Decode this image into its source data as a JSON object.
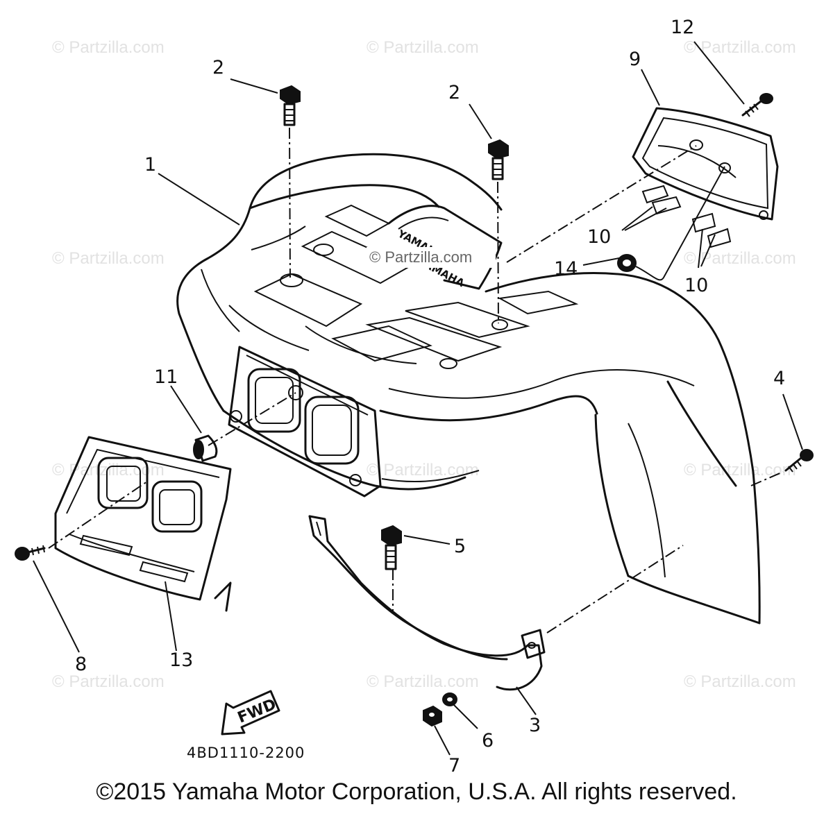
{
  "watermark": "© Partzilla.com",
  "callouts": {
    "c1": "1",
    "c2a": "2",
    "c2b": "2",
    "c3": "3",
    "c4": "4",
    "c5": "5",
    "c6": "6",
    "c7": "7",
    "c8": "8",
    "c9": "9",
    "c10a": "10",
    "c10b": "10",
    "c11": "11",
    "c12": "12",
    "c13": "13",
    "c14": "14"
  },
  "fwd_label": "FWD",
  "brand_text": "YAMAHA",
  "part_code": "4BD1110-2200",
  "copyright": "©2015 Yamaha Motor Corporation, U.S.A. All rights reserved."
}
